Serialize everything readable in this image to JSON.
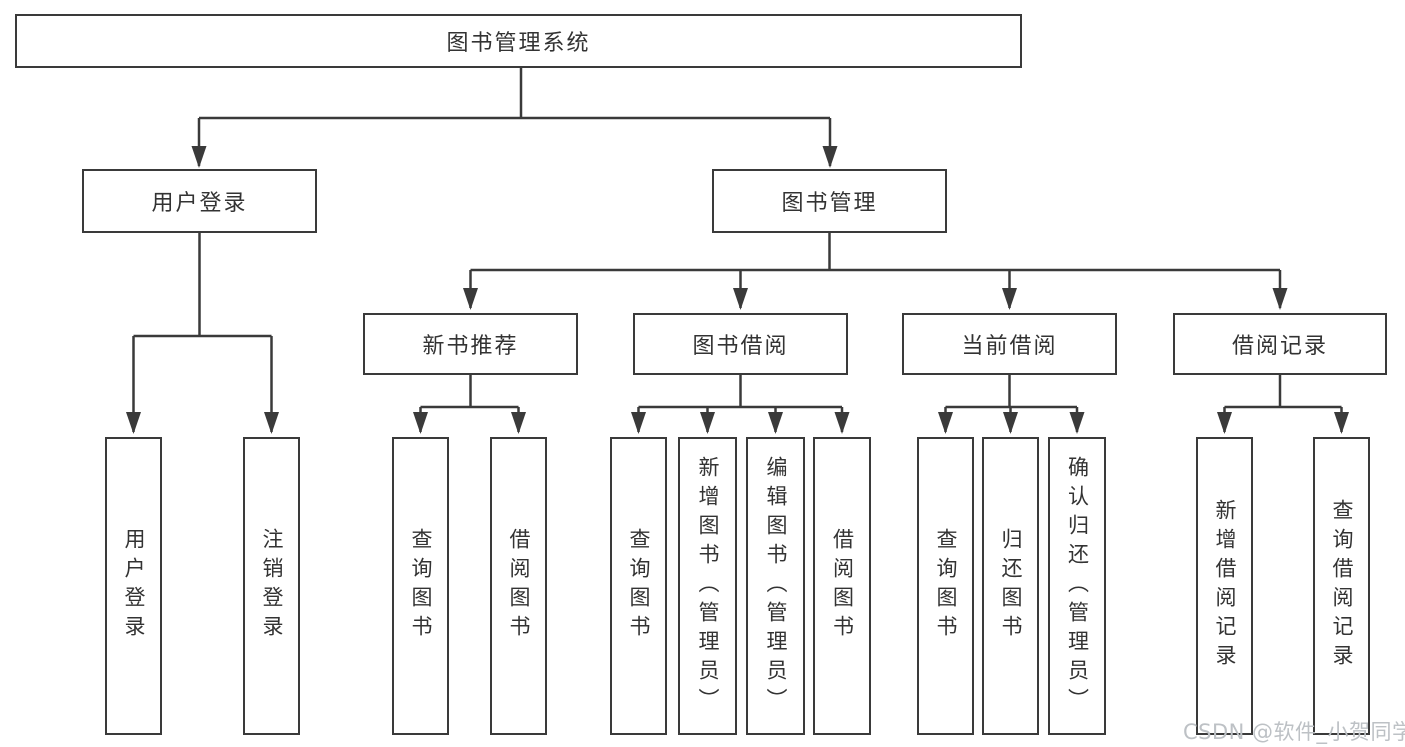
{
  "diagram_title": "图书管理系统",
  "tree": {
    "label": "图书管理系统",
    "children": [
      {
        "label": "用户登录",
        "children": [
          {
            "label": "用户登录"
          },
          {
            "label": "注销登录"
          }
        ]
      },
      {
        "label": "图书管理",
        "children": [
          {
            "label": "新书推荐",
            "children": [
              {
                "label": "查询图书"
              },
              {
                "label": "借阅图书"
              }
            ]
          },
          {
            "label": "图书借阅",
            "children": [
              {
                "label": "查询图书"
              },
              {
                "label": "新增图书（管理员）"
              },
              {
                "label": "编辑图书（管理员）"
              },
              {
                "label": "借阅图书"
              }
            ]
          },
          {
            "label": "当前借阅",
            "children": [
              {
                "label": "查询图书"
              },
              {
                "label": "归还图书"
              },
              {
                "label": "确认归还（管理员）"
              }
            ]
          },
          {
            "label": "借阅记录",
            "children": [
              {
                "label": "新增借阅记录"
              },
              {
                "label": "查询借阅记录"
              }
            ]
          }
        ]
      }
    ]
  },
  "watermark": {
    "text": "CSDN @软件_小贺同学"
  },
  "colors": {
    "line": "#3a3a3a",
    "box_border": "#3a3a3a",
    "box_fill": "#ffffff",
    "text": "#333333",
    "watermark": "#bdc1c5",
    "background": "#ffffff"
  }
}
